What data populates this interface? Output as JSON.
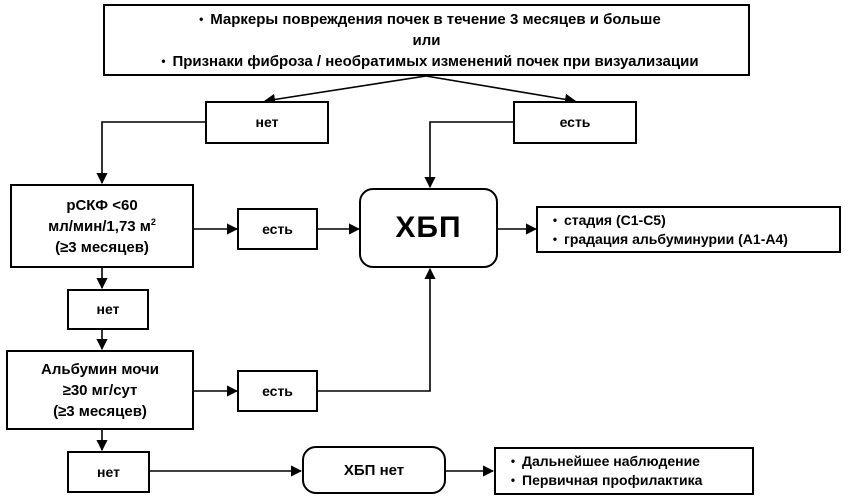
{
  "top": {
    "line1": "Маркеры повреждения почек в течение 3 месяцев и больше",
    "line2": "или",
    "line3": "Признаки фиброза / необратимых изменений почек при визуализации",
    "bullet": "•"
  },
  "no_top": "нет",
  "yes_top": "есть",
  "gfr": {
    "line1": "рСКФ <60",
    "line2": "мл/мин/1,73 м",
    "sup": "2",
    "line3": "(≥3 месяцев)"
  },
  "yes_gfr": "есть",
  "ckd": "ХБП",
  "ckd_details": {
    "bullet": "•",
    "item1": "стадия (С1-С5)",
    "item2": "градация альбуминурии (А1-А4)"
  },
  "no_gfr": "нет",
  "albumin": {
    "line1": "Альбумин мочи",
    "line2": "≥30 мг/сут",
    "line3": "(≥3 месяцев)"
  },
  "yes_albumin": "есть",
  "no_albumin": "нет",
  "no_ckd": "ХБП нет",
  "followup": {
    "bullet": "•",
    "item1": "Дальнейшее наблюдение",
    "item2": "Первичная профилактика"
  }
}
